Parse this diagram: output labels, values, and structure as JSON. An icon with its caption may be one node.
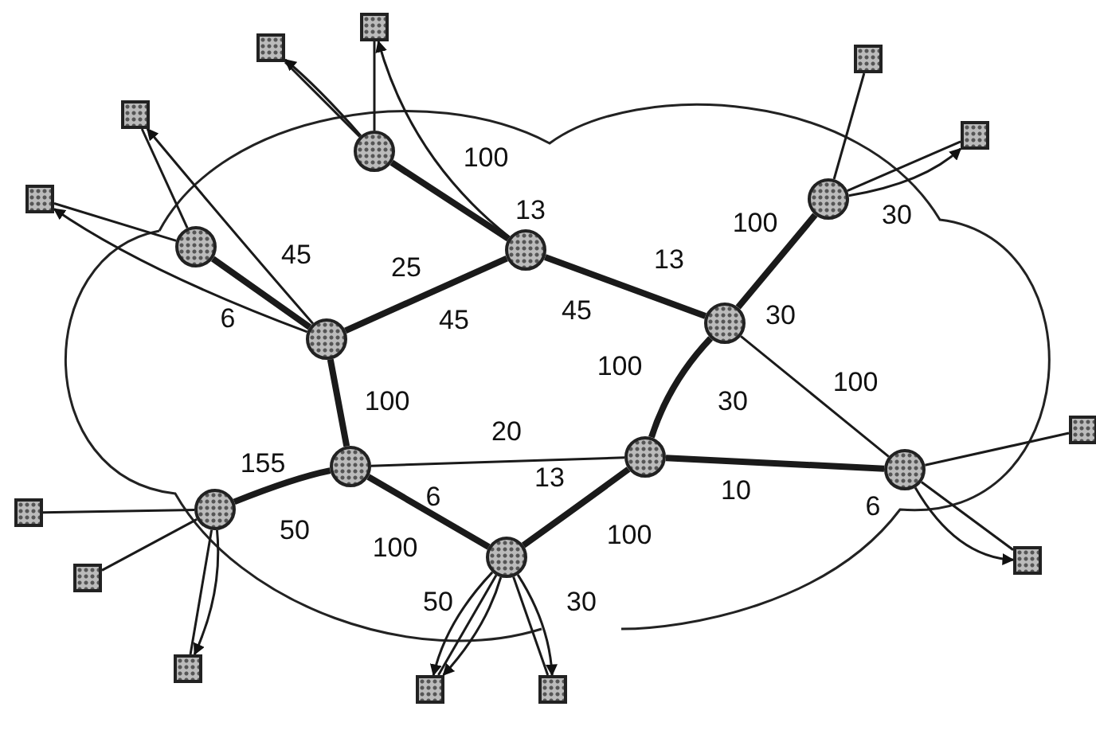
{
  "diagram": {
    "nodes": [
      {
        "text": [],
        "shape": "box"
      },
      {
        "text": [],
        "shape": "box"
      },
      {
        "text": [],
        "shape": "box"
      },
      {
        "text": [],
        "shape": "box"
      },
      {
        "text": [],
        "shape": "box"
      },
      {
        "text": [],
        "shape": "circle"
      },
      {
        "text": [],
        "shape": "circle"
      },
      {
        "text": [],
        "shape": "box"
      },
      {
        "text": [],
        "shape": "circle"
      },
      {
        "text": [],
        "shape": "circle"
      },
      {
        "text": [],
        "shape": "circle"
      },
      {
        "text": [],
        "shape": "circle"
      },
      {
        "text": [],
        "shape": "box"
      },
      {
        "text": [],
        "shape": "circle"
      },
      {
        "text": [],
        "shape": "circle"
      },
      {
        "text": [],
        "shape": "circle"
      },
      {
        "text": [],
        "shape": "box"
      },
      {
        "text": [],
        "shape": "circle"
      },
      {
        "text": [],
        "shape": "circle"
      },
      {
        "text": [],
        "shape": "box"
      },
      {
        "text": [],
        "shape": "box"
      },
      {
        "text": [],
        "shape": "box"
      },
      {
        "text": [],
        "shape": "box"
      },
      {
        "text": [],
        "shape": "box"
      }
    ],
    "edges": [
      {
        "from": 0,
        "to": 5,
        "arrow": "none"
      },
      {
        "from": 1,
        "to": 5,
        "arrow": "none"
      },
      {
        "from": 2,
        "to": 6,
        "arrow": "none"
      },
      {
        "from": 4,
        "to": 6,
        "arrow": "none"
      },
      {
        "from": 3,
        "to": 8,
        "arrow": "none"
      },
      {
        "from": 7,
        "to": 8,
        "arrow": "none"
      },
      {
        "from": 5,
        "to": 9,
        "arrow": "none",
        "style": "thick"
      },
      {
        "from": 8,
        "to": 11,
        "arrow": "none",
        "style": "thick"
      },
      {
        "from": 11,
        "to": 9,
        "arrow": "none",
        "style": "thick"
      },
      {
        "from": 9,
        "to": 10,
        "arrow": "none",
        "style": "thick"
      },
      {
        "from": 10,
        "to": 6,
        "arrow": "none",
        "style": "thick"
      },
      {
        "from": 10,
        "to": 15,
        "arrow": "none"
      },
      {
        "from": 10,
        "to": 13,
        "arrow": "none",
        "style": "thick"
      },
      {
        "from": 13,
        "to": 18,
        "arrow": "none",
        "style": "thick"
      },
      {
        "from": 11,
        "to": 14,
        "arrow": "none",
        "style": "thick"
      },
      {
        "from": 14,
        "to": 13,
        "arrow": "none"
      },
      {
        "from": 14,
        "to": 18,
        "arrow": "none",
        "style": "thick"
      },
      {
        "from": 14,
        "to": 17,
        "arrow": "none",
        "style": "thick"
      },
      {
        "from": 13,
        "to": 15,
        "arrow": "none",
        "style": "thick"
      },
      {
        "from": 12,
        "to": 15,
        "arrow": "none"
      },
      {
        "from": 15,
        "to": 19,
        "arrow": "none"
      },
      {
        "from": 16,
        "to": 17,
        "arrow": "none"
      },
      {
        "from": 20,
        "to": 17,
        "arrow": "none"
      },
      {
        "from": 21,
        "to": 17,
        "arrow": "none"
      },
      {
        "from": 18,
        "to": 22,
        "arrow": "none"
      },
      {
        "from": 18,
        "to": 23,
        "arrow": "none"
      },
      {
        "from": 9,
        "to": 0,
        "arrow": "to"
      },
      {
        "from": 5,
        "to": 1,
        "arrow": "to"
      },
      {
        "from": 11,
        "to": 3,
        "arrow": "to"
      },
      {
        "from": 11,
        "to": 7,
        "arrow": "to"
      },
      {
        "from": 6,
        "to": 4,
        "arrow": "to"
      },
      {
        "from": 15,
        "to": 19,
        "arrow": "to"
      },
      {
        "from": 17,
        "to": 21,
        "arrow": "to"
      },
      {
        "from": 18,
        "to": 22,
        "arrow": "to"
      },
      {
        "from": 18,
        "to": 22,
        "arrow": "to"
      },
      {
        "from": 18,
        "to": 23,
        "arrow": "to"
      }
    ],
    "labels": [
      "100",
      "13",
      "100",
      "30",
      "45",
      "25",
      "13",
      "6",
      "45",
      "45",
      "30",
      "100",
      "30",
      "100",
      "100",
      "20",
      "155",
      "13",
      "6",
      "10",
      "50",
      "100",
      "100",
      "6",
      "50",
      "30"
    ]
  }
}
